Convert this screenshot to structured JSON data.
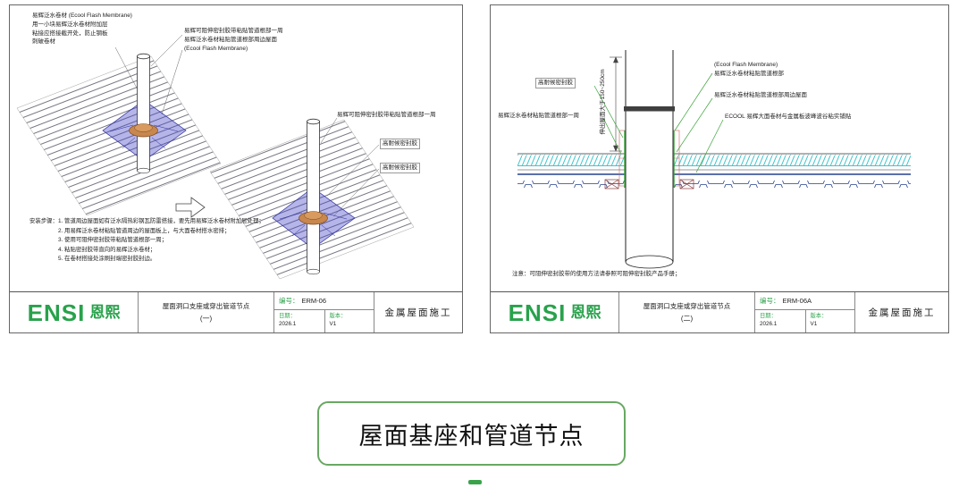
{
  "caption": "屋面基座和管道节点",
  "colors": {
    "brand_green": "#28a24b",
    "leader_green": "#3aa33a",
    "membrane_blue": "#4646c8",
    "sealant_tan": "#c8874e",
    "hatch_cyan": "#3cc4cc",
    "deck_navy": "#24408f",
    "marker_red": "#d06060"
  },
  "sheet1": {
    "annotations": {
      "a1l1": "易辉泛水卷材 (Ecool Flash Membrane)",
      "a1l2": "用一小块易辉泛水卷材附加层",
      "a1l3": "粘接应搭接截开处，防止钢板",
      "a1l4": "刺破卷材",
      "a2l1": "易辉可阻伸密封胶带粘贴管道根部一周",
      "a2l2": "易辉泛水卷材粘贴管道根部周边屋面",
      "a2l3": "(Ecool Flash Membrane)",
      "a3": "易辉可阻伸密封胶带粘贴管道根部一周",
      "a4": "高耐候密封胶",
      "a5": "高耐候密封胶"
    },
    "steps_title": "安装步骤：",
    "steps": [
      "1. 管道周边屋面如有泛水隔热彩钢瓦防雷搭接，要先用易辉泛水卷材附加层处理；",
      "2. 用易辉泛水卷材粘贴管道周边的屋面板上，与大面卷材搭水密排；",
      "3. 使用可阻伸密封胶带粘贴管道根部一周；",
      "4. 粘贴密封胶带直向的易辉泛水卷材；",
      "5. 在卷材搭接处涂刷封端密封胶封边。"
    ],
    "titleblock": {
      "logo_en": "ENSI",
      "logo_cn": "恩熙",
      "number_label": "编号：",
      "number": "ERM-06",
      "title": "屋面洞口支座或穿出管道节点",
      "sheet_no": "(一)",
      "date_label": "日期：",
      "date": "2026.1",
      "version_label": "版本：",
      "version": "V1",
      "category": "金属屋面施工"
    }
  },
  "sheet2": {
    "annotations": {
      "dim": "伸出屋面大于150~250cm",
      "left1": "高耐候密封胶",
      "left2": "易辉泛水卷材粘贴管道根部一周",
      "right1": "(Ecool Flash Membrane)",
      "right2": "易辉泛水卷材粘贴管道根部",
      "right3": "易辉泛水卷材粘贴管道根部周边屋面",
      "right4": "ECOOL 易辉大面卷材与金属板波峰波谷粘实铺贴",
      "note": "注意：可阻伸密封胶带的使用方法请参照可阻伸密封胶产品手册；"
    },
    "titleblock": {
      "logo_en": "ENSI",
      "logo_cn": "恩熙",
      "number_label": "编号：",
      "number": "ERM-06A",
      "title": "屋面洞口支座或穿出管道节点",
      "sheet_no": "(二)",
      "date_label": "日期：",
      "date": "2026.1",
      "version_label": "版本：",
      "version": "V1",
      "category": "金属屋面施工"
    }
  }
}
